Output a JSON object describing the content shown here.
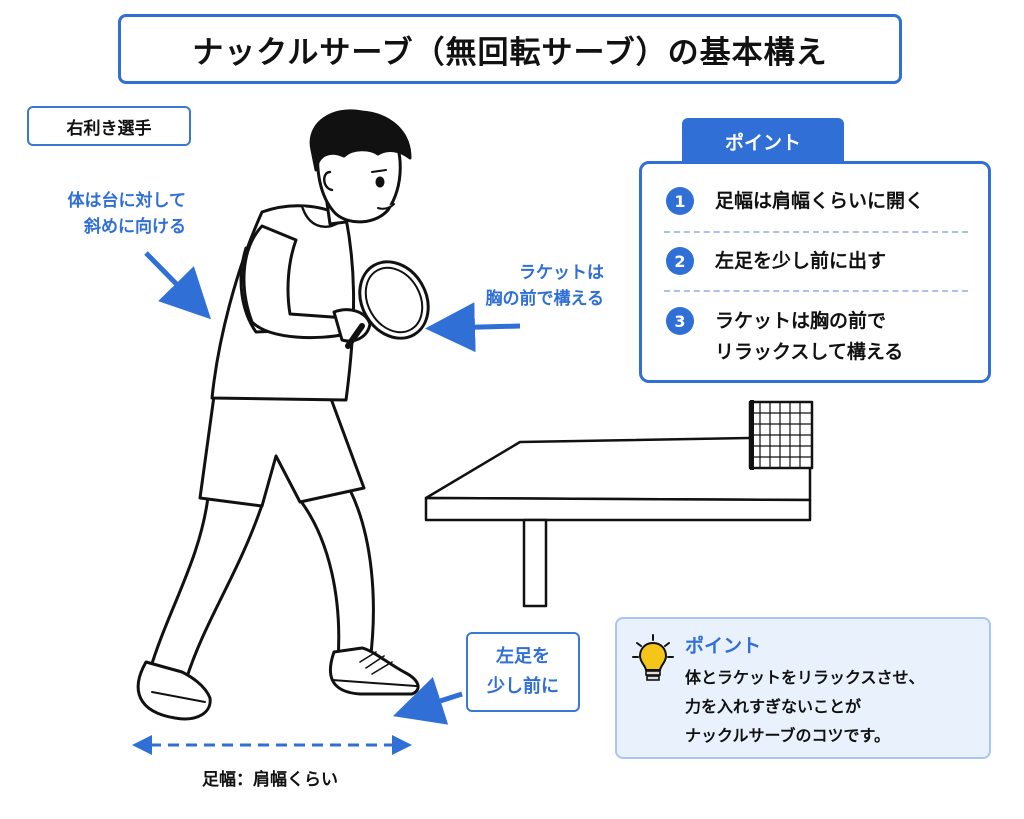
{
  "title": "ナックルサーブ（無回転サーブ）の基本構え",
  "player_tag": "右利き選手",
  "note_body": [
    "体は台に対して",
    "斜めに向ける"
  ],
  "note_racket": [
    "ラケットは",
    "胸の前で構える"
  ],
  "note_foot": [
    "左足を",
    "少し前に"
  ],
  "stance_label": "足幅：肩幅くらい",
  "points": {
    "tab": "ポイント",
    "items": [
      {
        "num": "1",
        "lines": [
          "足幅は肩幅くらいに開く"
        ]
      },
      {
        "num": "2",
        "lines": [
          "左足を少し前に出す"
        ]
      },
      {
        "num": "3",
        "lines": [
          "ラケットは胸の前で",
          "リラックスして構える"
        ]
      }
    ]
  },
  "tip": {
    "title": "ポイント",
    "lines": [
      "体とラケットをリラックスさせ、",
      "力を入れすぎないことが",
      "ナックルサーブのコツです。"
    ]
  },
  "colors": {
    "accent": "#2f6fd6",
    "tip_bg": "#e8f1fc"
  },
  "icons": [
    "arrow-icon",
    "lightbulb-icon",
    "player-illustration",
    "table-illustration"
  ]
}
